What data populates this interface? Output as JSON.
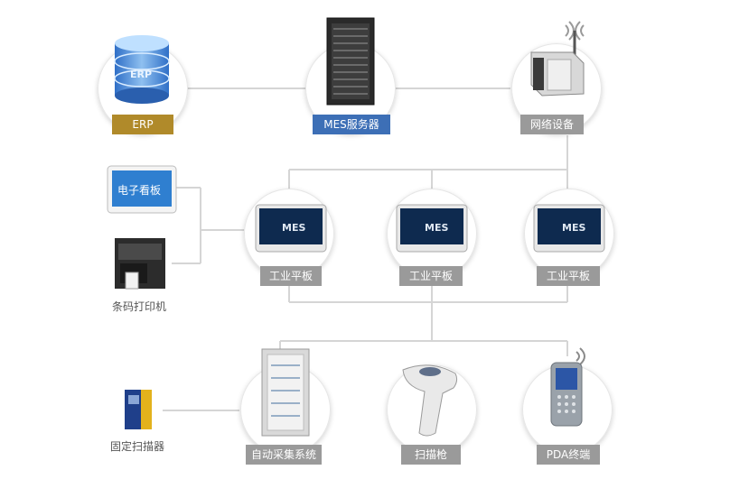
{
  "nodes": {
    "erp": {
      "label": "ERP",
      "db_text": "ERP"
    },
    "mes_server": {
      "label": "MES服务器"
    },
    "network": {
      "label": "网络设备"
    },
    "board": {
      "label": "电子看板"
    },
    "printer": {
      "label": "条码打印机"
    },
    "panel1": {
      "label": "工业平板",
      "screen": "MES"
    },
    "panel2": {
      "label": "工业平板",
      "screen": "MES"
    },
    "panel3": {
      "label": "工业平板",
      "screen": "MES"
    },
    "fixed_scanner": {
      "label": "固定扫描器"
    },
    "collector": {
      "label": "自动采集系统"
    },
    "scanner_gun": {
      "label": "扫描枪"
    },
    "pda": {
      "label": "PDA终端"
    }
  },
  "icons": [
    "database-icon",
    "server-rack-icon",
    "router-icon",
    "display-board-icon",
    "printer-icon",
    "tablet-icon",
    "scanner-icon",
    "cabinet-icon",
    "barcode-gun-icon",
    "pda-icon"
  ],
  "colors": {
    "erp_label": "#b08a2a",
    "mes_label": "#3d6fb6",
    "node_label": "#9a9a9a",
    "connector": "#d5d5d5"
  }
}
